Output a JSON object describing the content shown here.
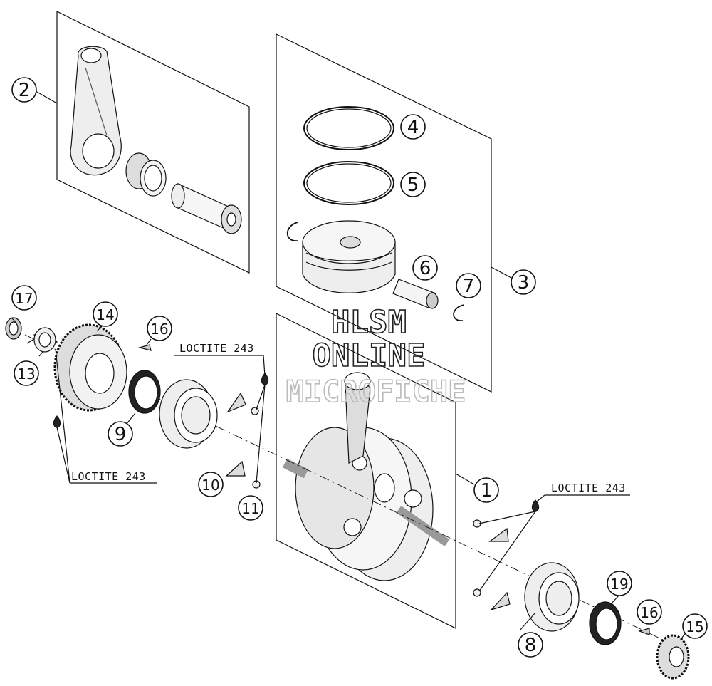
{
  "callouts": {
    "c1": "1",
    "c2": "2",
    "c3": "3",
    "c4": "4",
    "c5": "5",
    "c6": "6",
    "c7": "7",
    "c8": "8",
    "c9": "9",
    "c10": "10",
    "c11": "11",
    "c13": "13",
    "c14": "14",
    "c15": "15",
    "c16a": "16",
    "c16b": "16",
    "c17": "17",
    "c19": "19"
  },
  "loctite": {
    "top": "LOCTITE 243",
    "left": "LOCTITE 243",
    "right": "LOCTITE 243"
  },
  "watermark": {
    "line1": "HLSM",
    "line2": "ONLINE",
    "line3": "MICROFICHE"
  }
}
